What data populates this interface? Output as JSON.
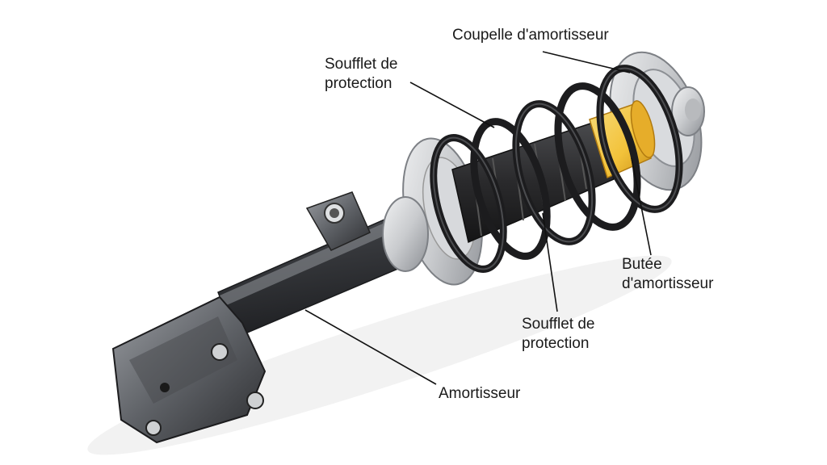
{
  "labels": {
    "coupelle": [
      "Coupelle d'amortisseur"
    ],
    "soufflet_top": [
      "Soufflet de",
      "protection"
    ],
    "butee": [
      "Butée",
      "d'amortisseur"
    ],
    "soufflet_bottom": [
      "Soufflet de",
      "protection"
    ],
    "amortisseur": [
      "Amortisseur"
    ]
  },
  "colors": {
    "background": "#ffffff",
    "leader": "#111111",
    "bump_stop": "#f2c23a",
    "spring": "#1c1c1e",
    "boot": "#2a2a2c",
    "metal": "#c9cbce",
    "tube": "#3a3c40"
  }
}
